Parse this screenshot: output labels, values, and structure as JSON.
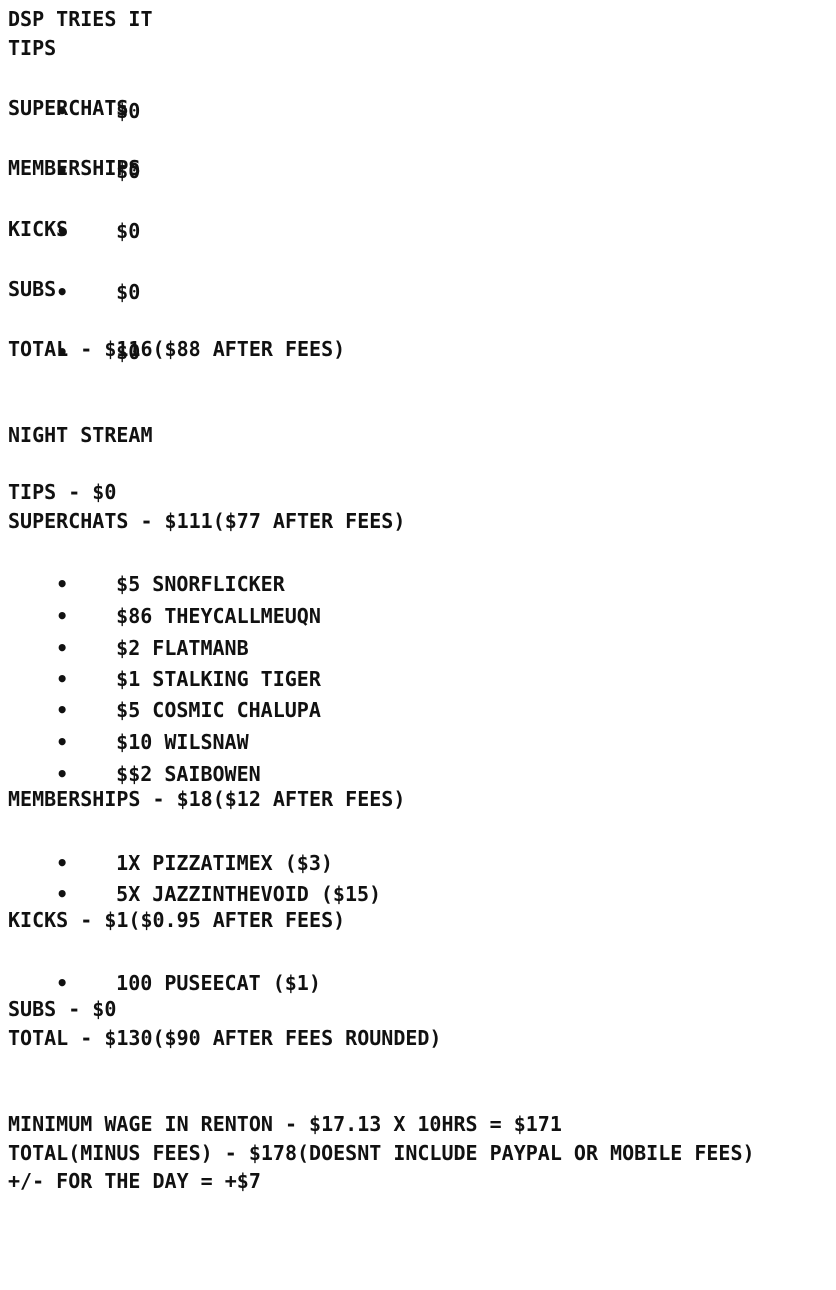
{
  "section1": {
    "title": "DSP TRIES IT",
    "tips": {
      "label": "TIPS",
      "items": [
        "$0"
      ]
    },
    "superchats": {
      "label": "SUPERCHATS",
      "items": [
        "$0"
      ]
    },
    "memberships": {
      "label": "MEMBERSHIPS",
      "items": [
        "$0"
      ]
    },
    "kicks": {
      "label": "KICKS",
      "items": [
        "$0"
      ]
    },
    "subs": {
      "label": "SUBS",
      "items": [
        "$0"
      ]
    },
    "total": "TOTAL - $116($88 AFTER FEES)"
  },
  "section2": {
    "title": "NIGHT STREAM",
    "tips": "TIPS - $0",
    "superchats": {
      "label": "SUPERCHATS - $111($77 AFTER FEES)",
      "items": [
        "$5 SNORFLICKER",
        "$86 THEYCALLMEUQN",
        "$2 FLATMANB",
        "$1 STALKING TIGER",
        "$5 COSMIC CHALUPA",
        "$10 WILSNAW",
        "$$2 SAIBOWEN"
      ]
    },
    "memberships": {
      "label": "MEMBERSHIPS - $18($12 AFTER FEES)",
      "items": [
        "1X PIZZATIMEX ($3)",
        "5X JAZZINTHEVOID ($15)"
      ]
    },
    "kicks": {
      "label": "KICKS - $1($0.95 AFTER FEES)",
      "items": [
        "100 PUSEECAT ($1)"
      ]
    },
    "subs": "SUBS - $0",
    "total": "TOTAL - $130($90 AFTER FEES ROUNDED)"
  },
  "summary": {
    "min_wage": "MINIMUM WAGE IN RENTON - $17.13 X 10HRS = $171",
    "total_minus_fees": "TOTAL(MINUS FEES) - $178(DOESNT INCLUDE PAYPAL OR MOBILE FEES)",
    "plus_minus": "+/- FOR THE DAY = +$7"
  },
  "bullet_char": "•"
}
